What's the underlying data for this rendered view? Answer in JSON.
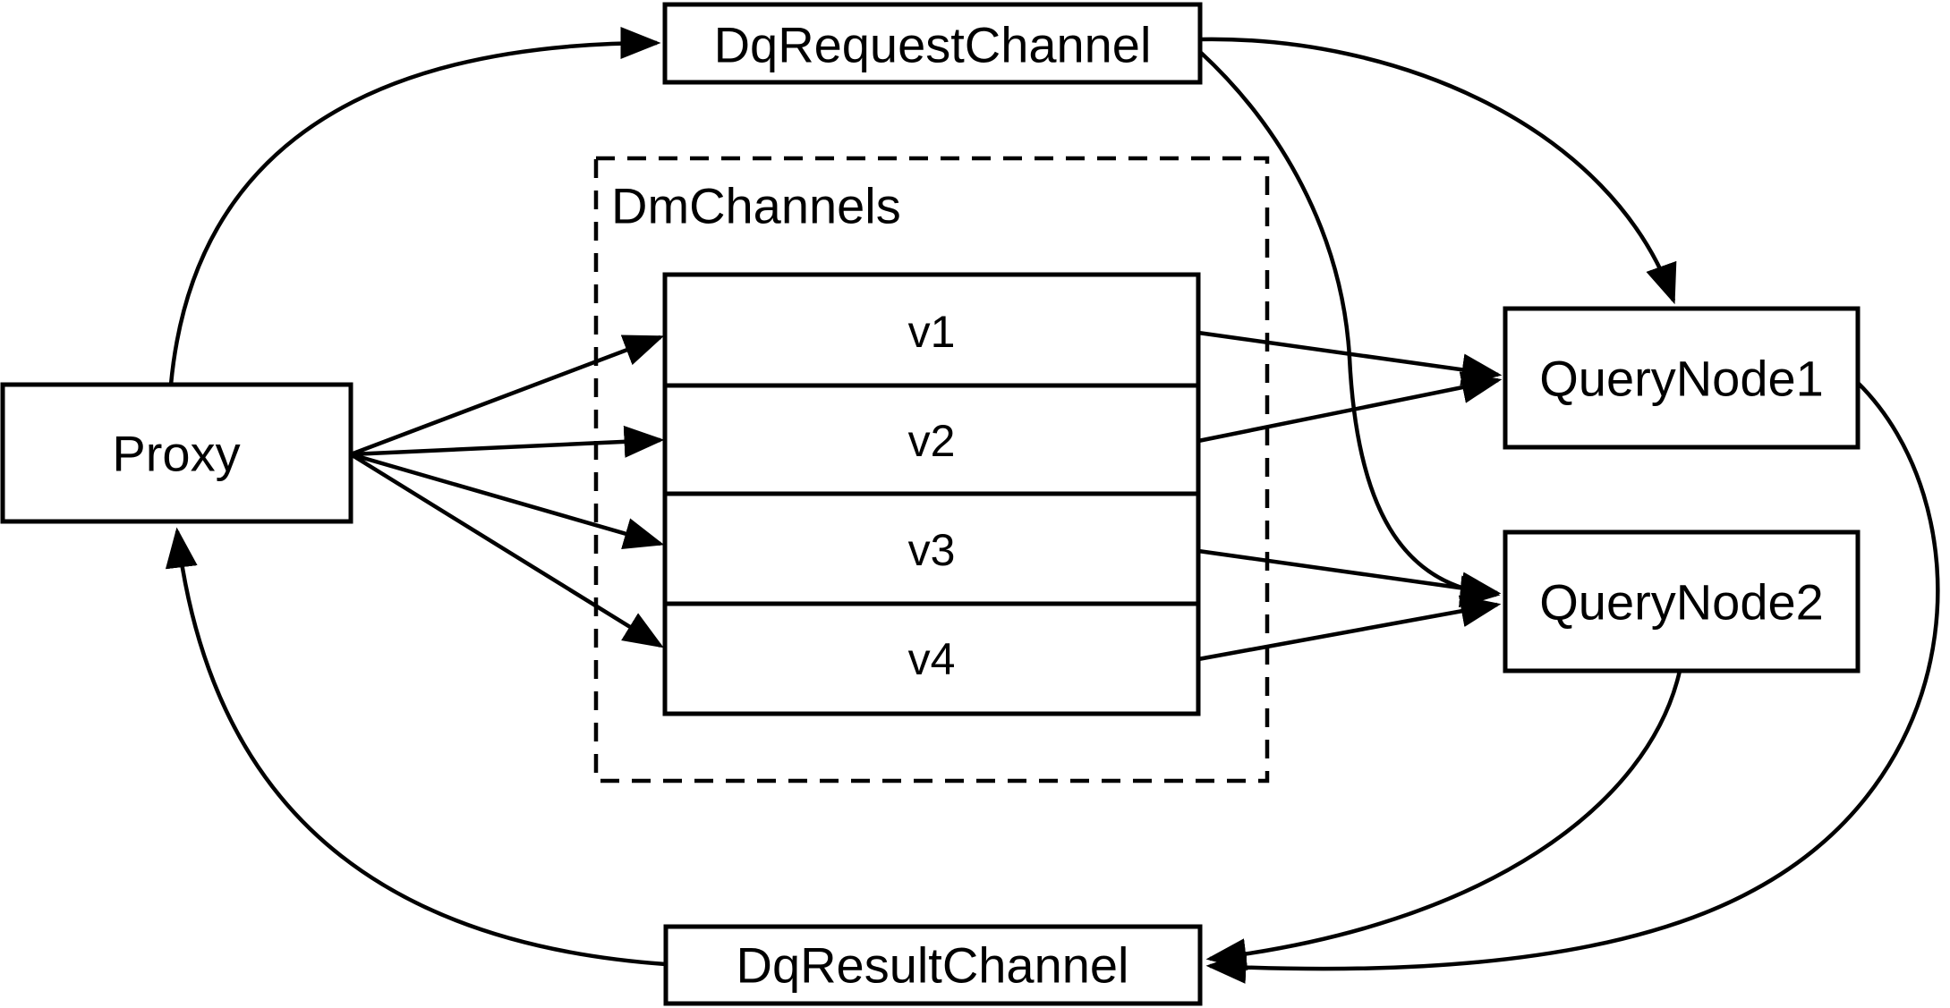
{
  "diagram": {
    "type": "flow-diagram",
    "colors": {
      "background": "#ffffff",
      "line": "#000000",
      "box_fill": "#ffffff"
    },
    "nodes": {
      "proxy": {
        "label": "Proxy"
      },
      "dq_request_channel": {
        "label": "DqRequestChannel"
      },
      "dm_channels": {
        "label": "DmChannels",
        "channels": [
          {
            "label": "v1"
          },
          {
            "label": "v2"
          },
          {
            "label": "v3"
          },
          {
            "label": "v4"
          }
        ]
      },
      "query_node_1": {
        "label": "QueryNode1"
      },
      "query_node_2": {
        "label": "QueryNode2"
      },
      "dq_result_channel": {
        "label": "DqResultChannel"
      }
    },
    "edges": [
      {
        "from": "Proxy",
        "to": "DqRequestChannel"
      },
      {
        "from": "DqRequestChannel",
        "to": "QueryNode1"
      },
      {
        "from": "DqRequestChannel",
        "to": "QueryNode2"
      },
      {
        "from": "Proxy",
        "to": "v1"
      },
      {
        "from": "Proxy",
        "to": "v2"
      },
      {
        "from": "Proxy",
        "to": "v3"
      },
      {
        "from": "Proxy",
        "to": "v4"
      },
      {
        "from": "v1",
        "to": "QueryNode1"
      },
      {
        "from": "v2",
        "to": "QueryNode1"
      },
      {
        "from": "v3",
        "to": "QueryNode2"
      },
      {
        "from": "v4",
        "to": "QueryNode2"
      },
      {
        "from": "QueryNode1",
        "to": "DqResultChannel"
      },
      {
        "from": "QueryNode2",
        "to": "DqResultChannel"
      },
      {
        "from": "DqResultChannel",
        "to": "Proxy"
      }
    ]
  }
}
